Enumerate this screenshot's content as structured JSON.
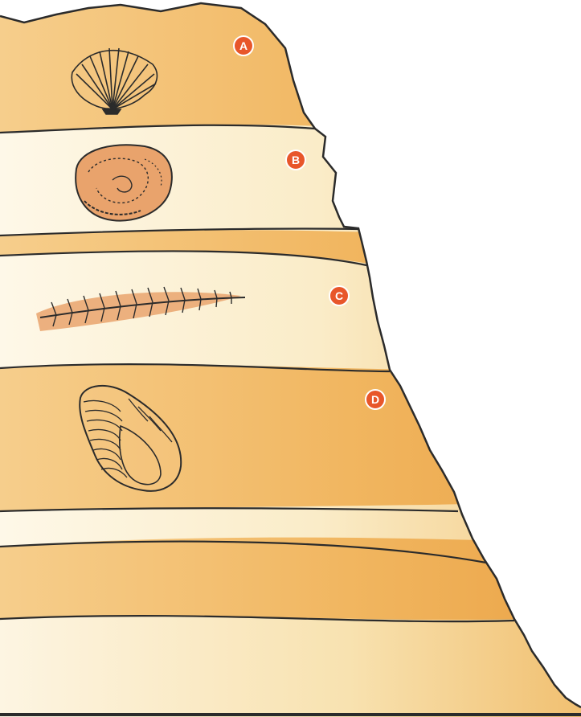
{
  "colors": {
    "layer_dark": "#F2B65E",
    "layer_mid": "#F5C97F",
    "layer_light": "#FBEFD2",
    "outline": "#2B2B2B",
    "marker_fill": "#E8562A",
    "marker_ring": "#FFFFFF"
  },
  "markers": [
    {
      "label": "A",
      "fossil": "scallop-shell-fossil"
    },
    {
      "label": "B",
      "fossil": "coiled-shell-fossil"
    },
    {
      "label": "C",
      "fossil": "fern-frond-fossil"
    },
    {
      "label": "D",
      "fossil": "trilobite-fossil"
    }
  ]
}
